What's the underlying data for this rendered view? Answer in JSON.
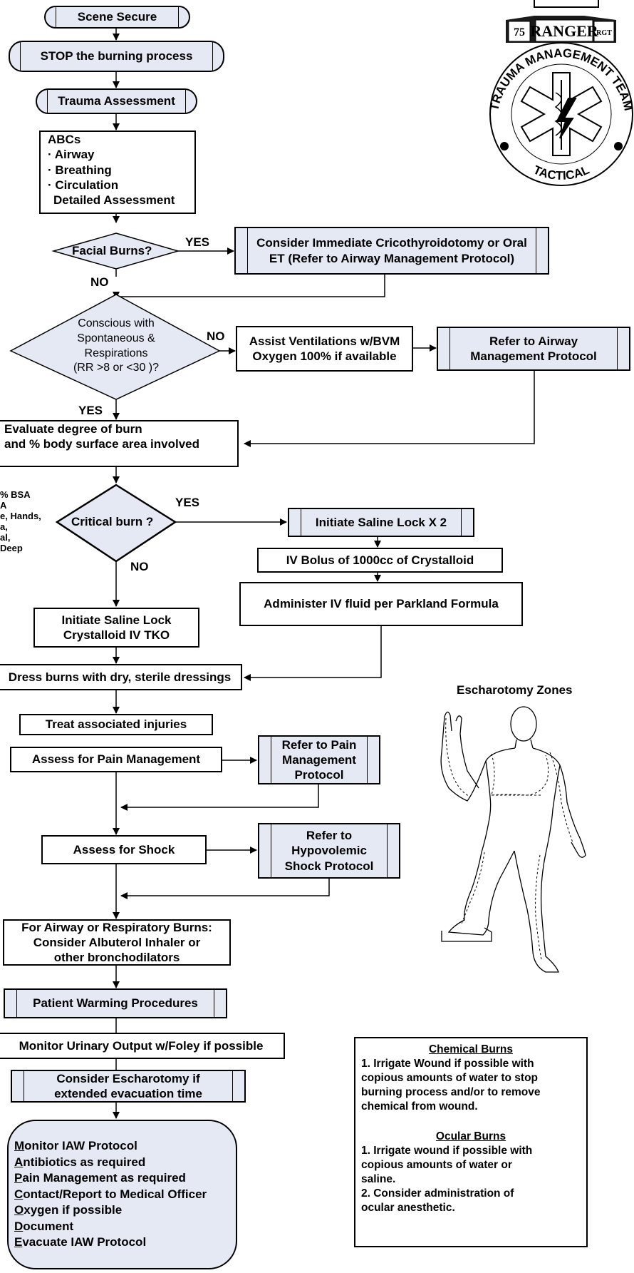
{
  "nodes": {
    "scene_secure": "Scene Secure",
    "stop_burning": "STOP the burning process",
    "trauma_assessment": "Trauma Assessment",
    "abcs": [
      "ABCs",
      "· Airway",
      "· Breathing",
      "· Circulation",
      "Detailed Assessment"
    ],
    "facial_burns": "Facial Burns?",
    "cricothyroidotomy": "Consider Immediate Cricothyroidotomy or Oral ET (Refer to Airway Management Protocol)",
    "conscious": [
      "Conscious with",
      "Spontaneous &",
      "Respirations",
      "(RR >8 or <30 )?"
    ],
    "assist_ventilations": [
      "Assist Ventilations w/BVM",
      "Oxygen 100% if available"
    ],
    "airway_protocol": "Refer to Airway Management Protocol",
    "evaluate_burn": [
      "Evaluate degree of burn",
      "and % body surface area involved"
    ],
    "critical_burn": "Critical burn ?",
    "critical_criteria": [
      "% BSA",
      "A",
      "e, Hands,",
      "a,",
      "al,",
      "Deep"
    ],
    "saline_lock_x2": "Initiate Saline Lock X 2",
    "iv_bolus": "IV Bolus of 1000cc of Crystalloid",
    "parkland": "Administer IV fluid per Parkland Formula",
    "saline_lock_tko": [
      "Initiate Saline Lock",
      "Crystalloid IV TKO"
    ],
    "dress_burns": "Dress burns with dry, sterile dressings",
    "associated_injuries": "Treat associated injuries",
    "pain_assess": "Assess for Pain Management",
    "pain_protocol": [
      "Refer to Pain",
      "Management",
      "Protocol"
    ],
    "shock_assess": "Assess for Shock",
    "shock_protocol": [
      "Refer to",
      "Hypovolemic",
      "Shock Protocol"
    ],
    "airway_burns": [
      "For Airway or Respiratory Burns:",
      "Consider Albuterol Inhaler or",
      "other bronchodilators"
    ],
    "warming": "Patient Warming Procedures",
    "urinary": "Monitor Urinary Output w/Foley if possible",
    "escharotomy": "Consider Escharotomy if extended evacuation time"
  },
  "labels": {
    "yes": "YES",
    "no": "NO"
  },
  "final_list": [
    {
      "initial": "M",
      "rest": "onitor IAW Protocol"
    },
    {
      "initial": "A",
      "rest": "ntibiotics as required"
    },
    {
      "initial": "P",
      "rest": "ain Management as required"
    },
    {
      "initial": "C",
      "rest": "ontact/Report to Medical Officer"
    },
    {
      "initial": "O",
      "rest": "xygen if possible"
    },
    {
      "initial": "D",
      "rest": "ocument"
    },
    {
      "initial": "E",
      "rest": "vacuate IAW Protocol"
    }
  ],
  "escharotomy_zones_title": "Escharotomy Zones",
  "logo": {
    "top": "RANGER",
    "left_badge": "75",
    "right_badge": "RGT",
    "arc": "TRAUMA MANAGEMENT TEAM",
    "bottom": "TACTICAL"
  },
  "notes": {
    "chemical_title": "Chemical Burns",
    "chemical_items": [
      "1. Irrigate Wound if possible with",
      "copious amounts of water to stop",
      "burning process and/or to remove",
      "chemical from wound."
    ],
    "ocular_title": "Ocular Burns",
    "ocular_items": [
      "1. Irrigate wound if possible with",
      "copious amounts of water or",
      "saline.",
      "2. Consider administration of",
      "ocular anesthetic."
    ]
  },
  "colors": {
    "box_fill": "#e4e9f4",
    "stroke": "#000000"
  }
}
